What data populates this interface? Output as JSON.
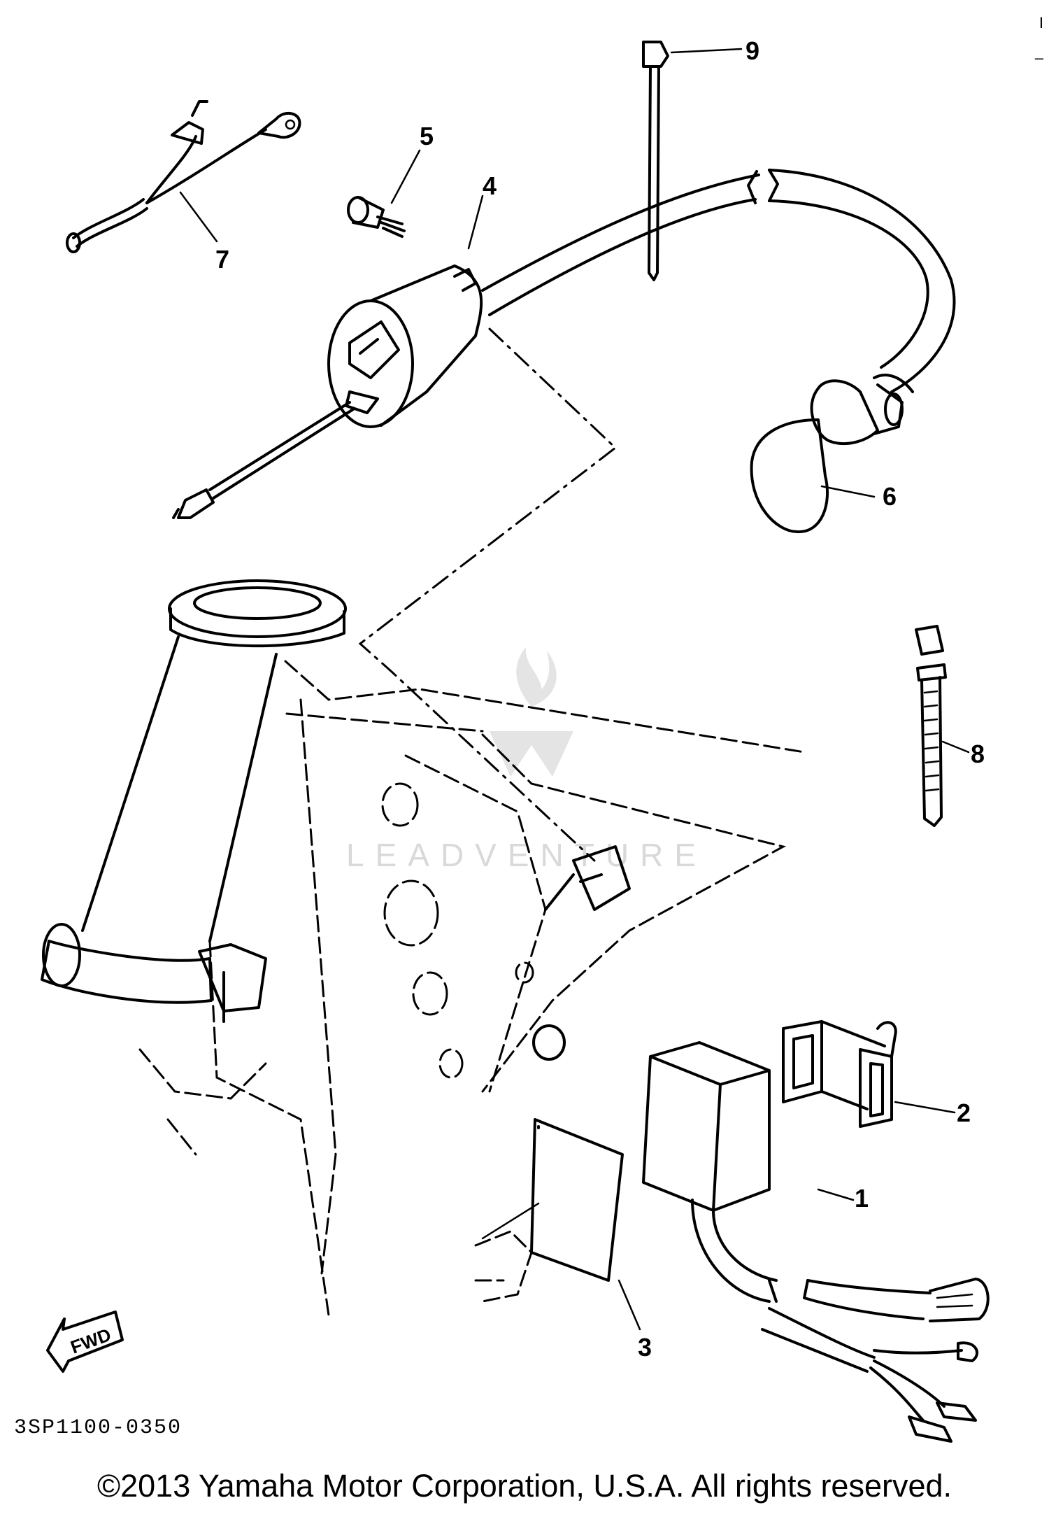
{
  "diagram": {
    "callouts": [
      "1",
      "2",
      "3",
      "4",
      "5",
      "6",
      "7",
      "8",
      "9"
    ],
    "fwd_label": "FWD",
    "drawing_code": "3SP1100-0350",
    "watermark": "LEADVENTURE",
    "copyright": "©2013 Yamaha Motor Corporation, U.S.A. All rights reserved.",
    "edge_marks": [
      "I",
      "–"
    ]
  }
}
